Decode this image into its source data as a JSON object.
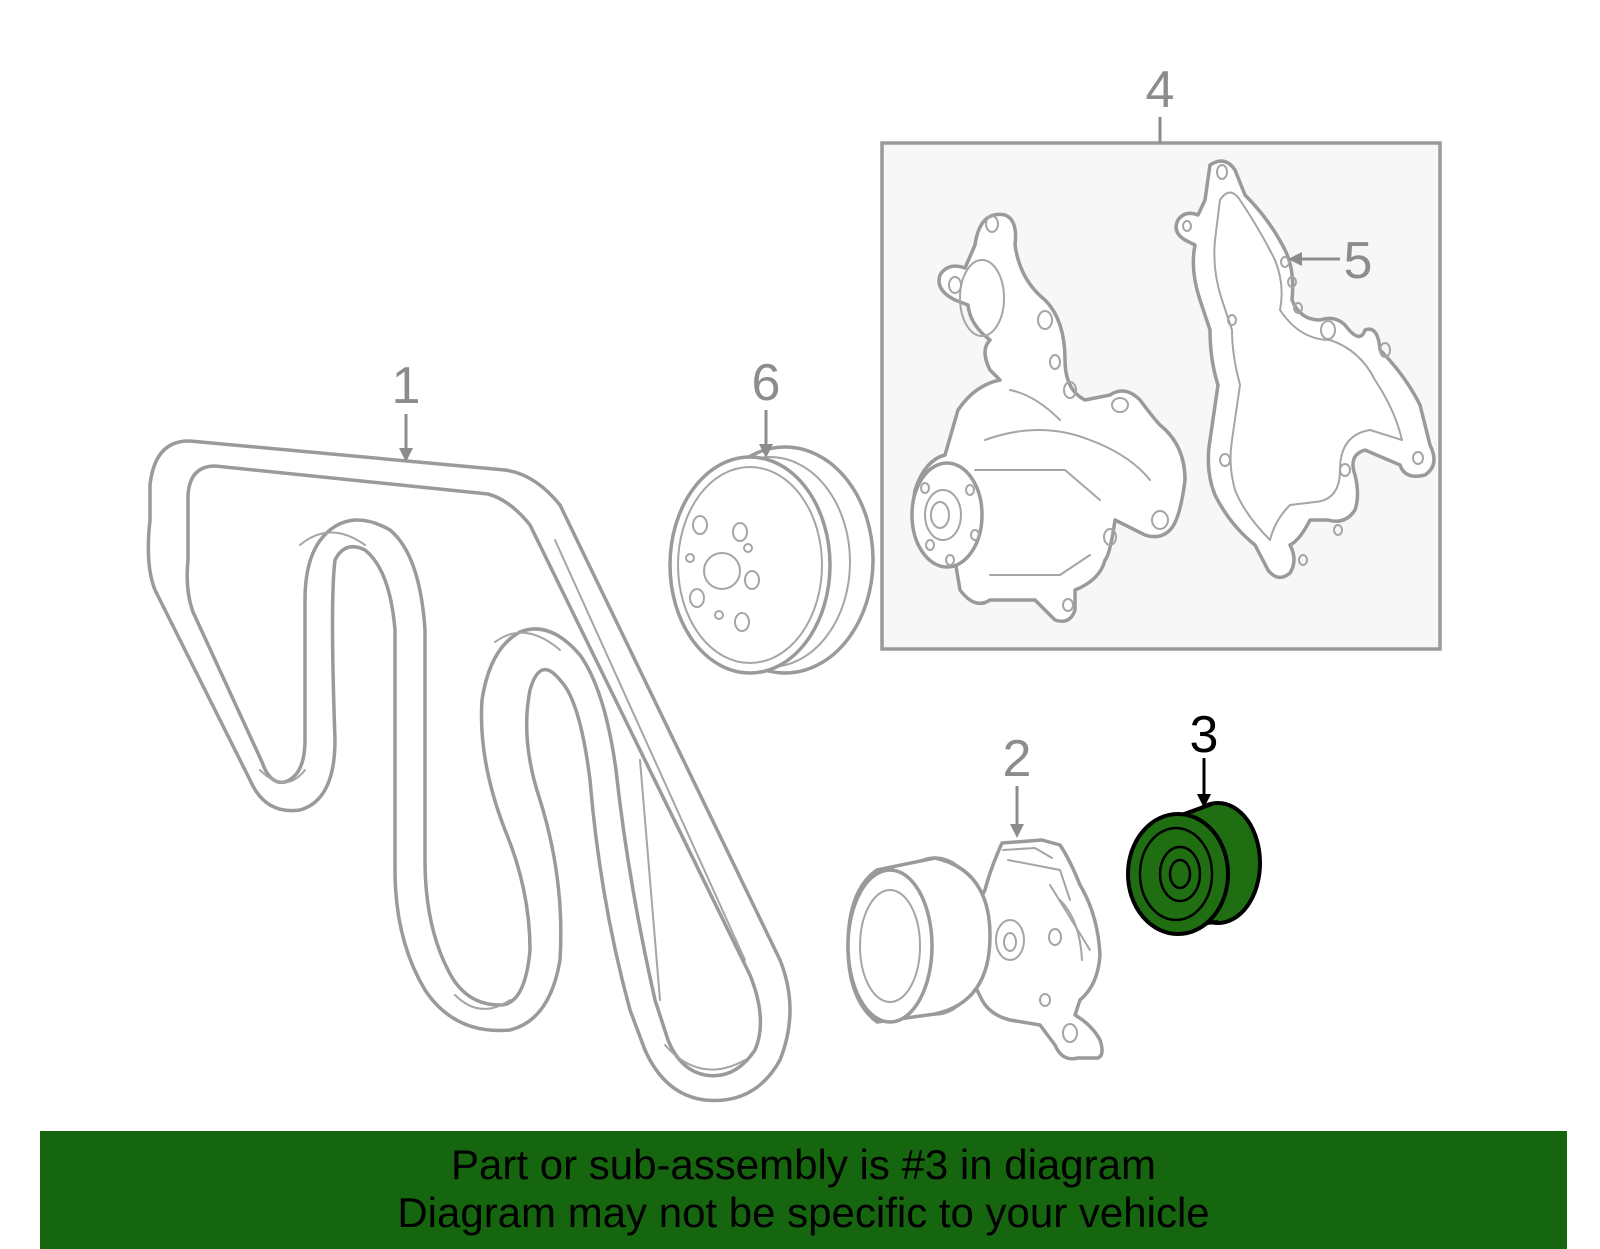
{
  "callouts": {
    "c1": "1",
    "c2": "2",
    "c3": "3",
    "c4": "4",
    "c5": "5",
    "c6": "6"
  },
  "banner": {
    "line1": "Part or sub-assembly is #3 in diagram",
    "line2": "Diagram may not be specific to your vehicle"
  },
  "colors": {
    "highlight_part": "#1f6e12",
    "banner_background": "#15660e",
    "line_art": "#9a9a9a",
    "group_box_fill": "#f7f7f7"
  },
  "highlighted_part": "3"
}
